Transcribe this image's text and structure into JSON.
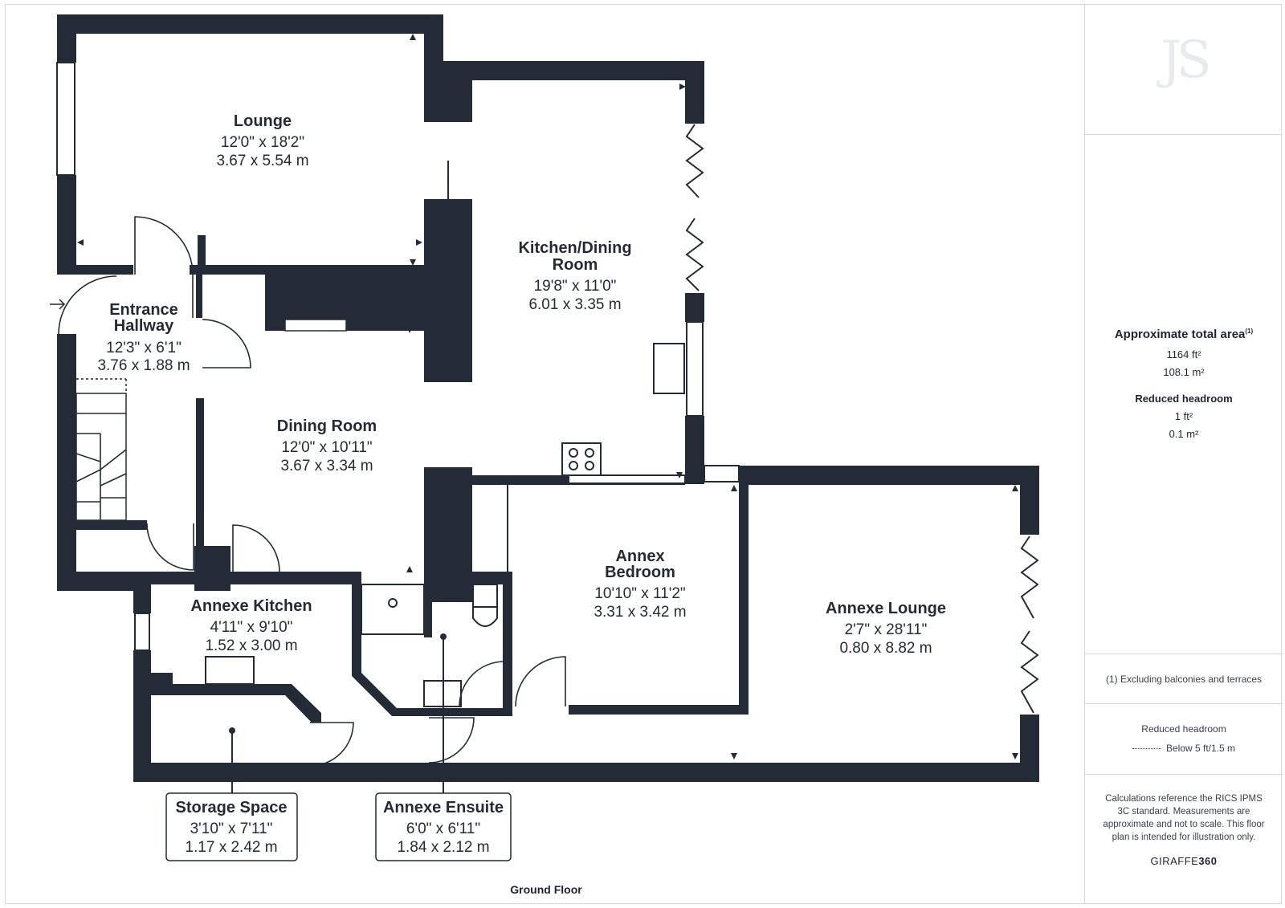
{
  "plan": {
    "floor_label": "Ground Floor",
    "rooms": [
      {
        "id": "lounge",
        "name": "Lounge",
        "imperial": "12'0\" x 18'2\"",
        "metric": "3.67 x 5.54 m"
      },
      {
        "id": "kitchen",
        "name": "Kitchen/Dining",
        "name2": "Room",
        "imperial": "19'8\" x 11'0\"",
        "metric": "6.01 x 3.35 m"
      },
      {
        "id": "hallway",
        "name": "Entrance",
        "name2": "Hallway",
        "imperial": "12'3\" x 6'1\"",
        "metric": "3.76 x 1.88 m"
      },
      {
        "id": "dining",
        "name": "Dining Room",
        "imperial": "12'0\" x 10'11\"",
        "metric": "3.67 x 3.34 m"
      },
      {
        "id": "annex_bedroom",
        "name": "Annex",
        "name2": "Bedroom",
        "imperial": "10'10\" x 11'2\"",
        "metric": "3.31 x 3.42 m"
      },
      {
        "id": "annexe_kitchen",
        "name": "Annexe Kitchen",
        "imperial": "4'11\" x 9'10\"",
        "metric": "1.52 x 3.00 m"
      },
      {
        "id": "annexe_lounge",
        "name": "Annexe Lounge",
        "imperial": "2'7\" x 28'11\"",
        "metric": "0.80 x 8.82 m"
      },
      {
        "id": "storage",
        "name": "Storage Space",
        "imperial": "3'10\" x 7'11\"",
        "metric": "1.17 x 2.42 m"
      },
      {
        "id": "ensuite",
        "name": "Annexe Ensuite",
        "imperial": "6'0\" x 6'11\"",
        "metric": "1.84 x 2.12 m"
      }
    ]
  },
  "sidebar": {
    "logo": "JS",
    "area_title": "Approximate total area",
    "area_sup": "(1)",
    "area_ft": "1164 ft²",
    "area_m": "108.1 m²",
    "reduced_title": "Reduced headroom",
    "reduced_ft": "1 ft²",
    "reduced_m": "0.1 m²",
    "footnote": "(1) Excluding balconies and terraces",
    "legend_title": "Reduced headroom",
    "legend_item": "Below 5 ft/1.5 m",
    "calc_note": "Calculations reference the RICS IPMS 3C standard. Measurements are approximate and not to scale. This floor plan is intended for illustration only.",
    "brand": "GIRAFFE",
    "brand_bold": "360"
  }
}
